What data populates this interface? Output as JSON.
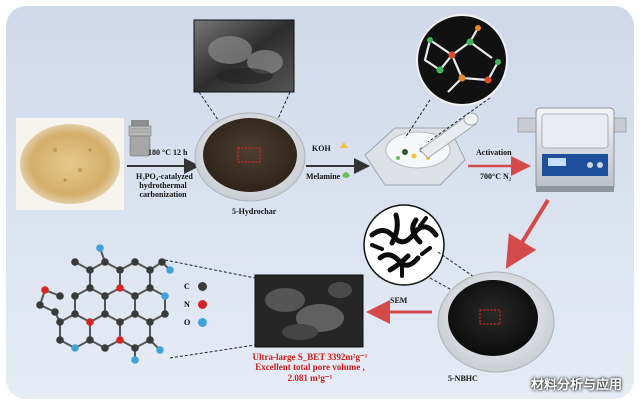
{
  "colors": {
    "carbon": "#3a3a3a",
    "nitrogen": "#d42424",
    "oxygen": "#3fa3d9",
    "arrow_red": "#d44a4a",
    "background": "#d6dfee"
  },
  "steps": {
    "hydro_conditions": "180 °C 12 h",
    "catalyst_line1": "H₃PO₄-catalyzed",
    "catalyst_line2": "hydrothermal",
    "catalyst_line3": "carbonization",
    "hydrochar_label": "5-Hydrochar",
    "koh_label": "KOH",
    "melamine_label": "Melamine",
    "activation_label": "Activation",
    "activation_conditions": "700°C  N₂",
    "sem_label": "SEM",
    "product_label": "5-NBHC"
  },
  "legend": {
    "c": "C",
    "n": "N",
    "o": "O"
  },
  "properties": {
    "line1": "Ultra-large  S_BET  3392m²g⁻¹",
    "line2": "Excellent total pore volume ,",
    "line3": "2.081 m³g⁻¹"
  },
  "watermark": "材料分析与应用"
}
